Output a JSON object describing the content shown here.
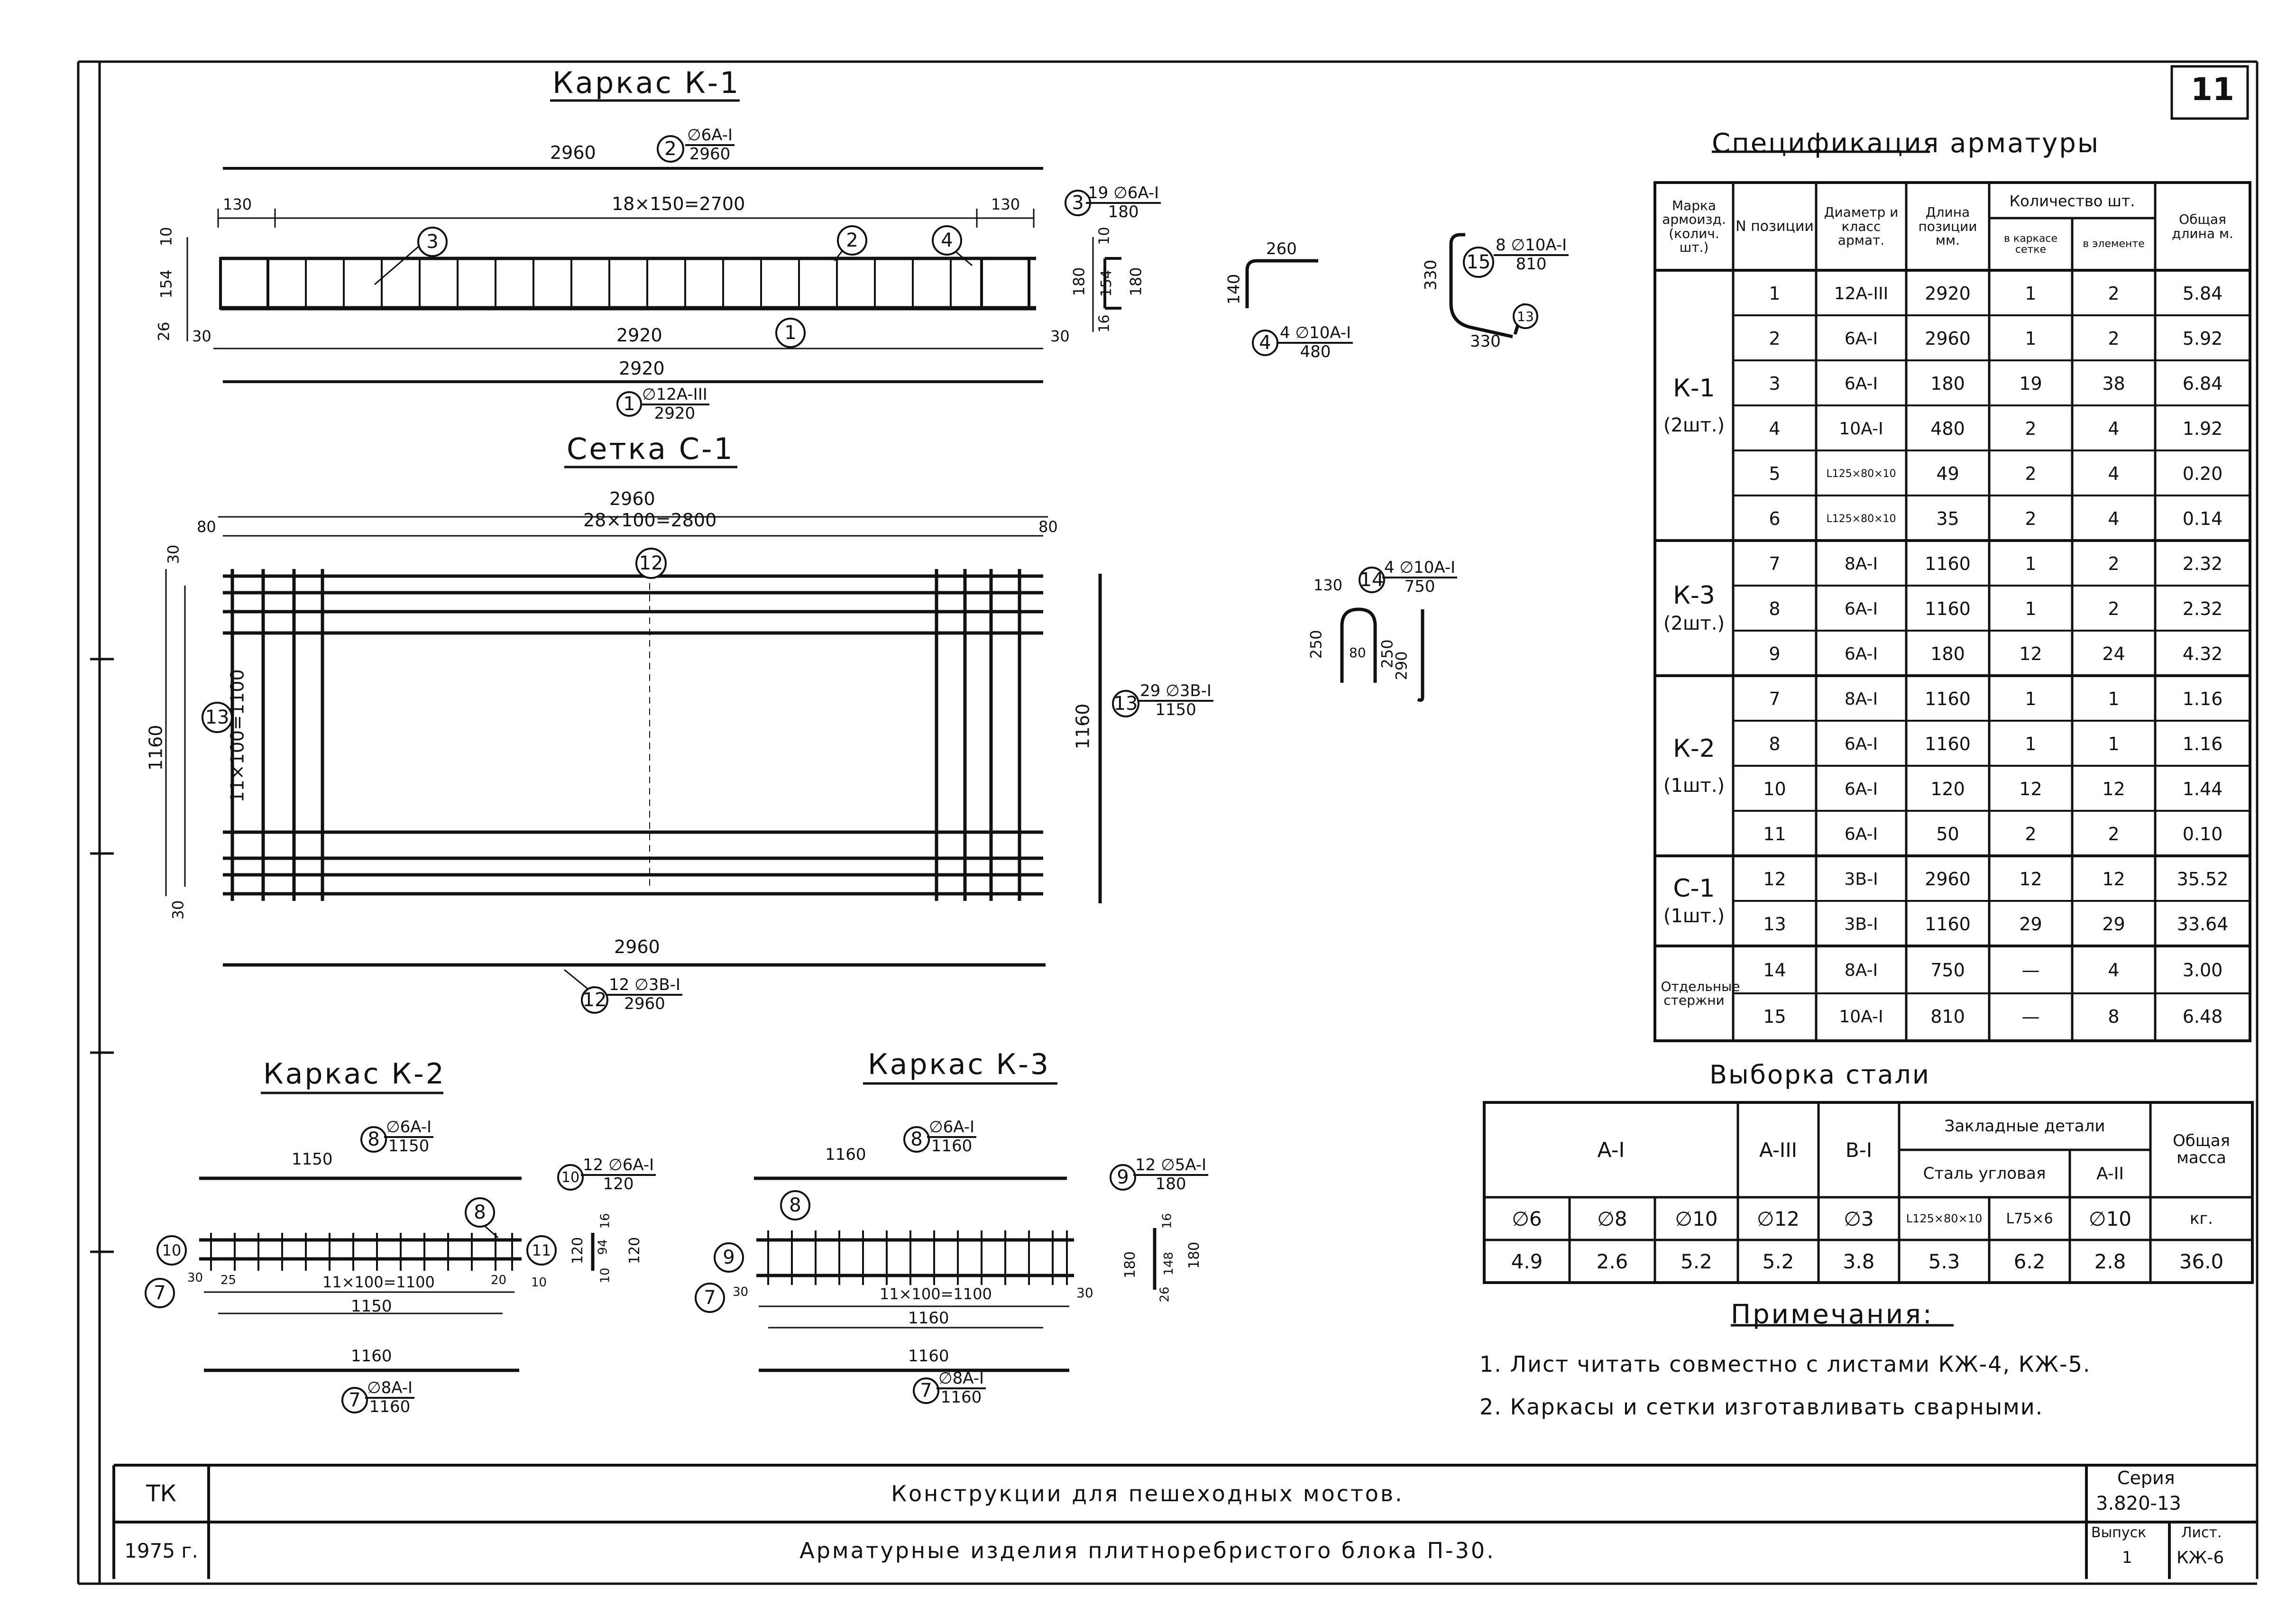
{
  "sheet_number": "11",
  "kk1": {
    "title": "Каркас К-1",
    "dims": {
      "top_total": "2960",
      "pos2_circle": "2",
      "pos2_num": "∅6A-I",
      "pos2_den": "2960",
      "left_dim": "130",
      "mid_dim": "18×150=2700",
      "right_dim": "130",
      "pos3_label": "3",
      "pos2_label": "2",
      "pos4_label": "4",
      "pos1_label": "1",
      "v_left_a": "26",
      "v_left_b": "154",
      "v_left_c": "10",
      "bottom_dim_left": "30",
      "bottom_dim_mid": "2920",
      "bottom_dim_right": "30",
      "bar1_len": "2920",
      "pos1_circle": "1",
      "pos1_num": "∅12A-III",
      "pos1_den": "2920",
      "pos3_circle": "3",
      "pos3_num": "19 ∅6A-I",
      "pos3_den": "180",
      "v_right_a": "16",
      "v_right_b": "154",
      "v_right_c": "10",
      "v_right_total": "180",
      "v_right_180": "180"
    }
  },
  "bent4": {
    "h": "140",
    "w": "260",
    "circle": "4",
    "num": "4 ∅10A-I",
    "den": "480"
  },
  "bent15": {
    "h": "330",
    "w": "330",
    "circle": "15",
    "num": "8 ∅10A-I",
    "den": "810",
    "small_circle": "13"
  },
  "bent14": {
    "w": "130",
    "h": "250",
    "gap": "80",
    "h2": "250",
    "circle": "14",
    "num": "4 ∅10A-I",
    "den": "750",
    "straight": "290"
  },
  "c1": {
    "title": "Сетка С-1",
    "top_total": "2960",
    "mid_dim": "28×100=2800",
    "left_dim": "80",
    "right_dim": "80",
    "pos12_label": "12",
    "pos13_label": "13",
    "v_total": "1160",
    "v_mid": "11×100=1100",
    "v_top": "30",
    "v_bottom": "30",
    "bar13_len": "1160",
    "pos13_circle": "13",
    "pos13_num": "29 ∅3B-I",
    "pos13_den": "1150",
    "bar12_len": "2960",
    "pos12_circle": "12",
    "pos12_num": "12 ∅3B-I",
    "pos12_den": "2960"
  },
  "kk2": {
    "title": "Каркас К-2",
    "top_len": "1150",
    "pos8_circle": "8",
    "pos8_num": "∅6A-I",
    "pos8_den": "1150",
    "pos10_circle": "10",
    "pos10_num": "12 ∅6A-I",
    "pos10_den": "120",
    "pos8_label": "8",
    "pos10_label": "10",
    "pos11_label": "11",
    "pos7_label": "7",
    "left_small": "30",
    "left_small2": "25",
    "mid_dim": "11×100=1100",
    "right_small": "20",
    "right_small2": "10",
    "bottom_dim": "1150",
    "bar7_len": "1160",
    "pos7_circle": "7",
    "pos7_num": "∅8A-I",
    "pos7_den": "1160",
    "v120": "120",
    "v94": "94",
    "v16": "16",
    "v10": "10",
    "v120b": "120"
  },
  "kk3": {
    "title": "Каркас К-3",
    "top_len": "1160",
    "pos8_circle": "8",
    "pos8_num": "∅6A-I",
    "pos8_den": "1160",
    "pos9_circle": "9",
    "pos9_num": "12 ∅5A-I",
    "pos9_den": "180",
    "pos8_label": "8",
    "pos9_label": "9",
    "pos7_label": "7",
    "left_small": "30",
    "mid_dim": "11×100=1100",
    "right_small": "30",
    "bottom_dim": "1160",
    "bar7_len": "1160",
    "pos7_circle": "7",
    "pos7_num": "∅8A-I",
    "pos7_den": "1160",
    "v180": "180",
    "v148": "148",
    "v16": "16",
    "v26": "26",
    "v180b": "180"
  },
  "spec": {
    "title": "Спецификация арматуры",
    "headers": {
      "mark": "Марка армоизд. (колич. шт.)",
      "pos": "N позиции",
      "diam": "Диаметр и класс армат.",
      "len": "Длина позиции мм.",
      "qty": "Количество шт.",
      "qty_frame": "в каркасе сетке",
      "qty_elem": "в элементе",
      "total": "Общая длина м."
    },
    "groups": [
      {
        "mark": "К-1",
        "count": "(2шт.)",
        "rows": [
          [
            "1",
            "12A-III",
            "2920",
            "1",
            "2",
            "5.84"
          ],
          [
            "2",
            "6A-I",
            "2960",
            "1",
            "2",
            "5.92"
          ],
          [
            "3",
            "6A-I",
            "180",
            "19",
            "38",
            "6.84"
          ],
          [
            "4",
            "10A-I",
            "480",
            "2",
            "4",
            "1.92"
          ],
          [
            "5",
            "L125×80×10",
            "49",
            "2",
            "4",
            "0.20"
          ],
          [
            "6",
            "L125×80×10",
            "35",
            "2",
            "4",
            "0.14"
          ]
        ]
      },
      {
        "mark": "К-3",
        "count": "(2шт.)",
        "rows": [
          [
            "7",
            "8A-I",
            "1160",
            "1",
            "2",
            "2.32"
          ],
          [
            "8",
            "6A-I",
            "1160",
            "1",
            "2",
            "2.32"
          ],
          [
            "9",
            "6A-I",
            "180",
            "12",
            "24",
            "4.32"
          ]
        ]
      },
      {
        "mark": "К-2",
        "count": "(1шт.)",
        "rows": [
          [
            "7",
            "8A-I",
            "1160",
            "1",
            "1",
            "1.16"
          ],
          [
            "8",
            "6A-I",
            "1160",
            "1",
            "1",
            "1.16"
          ],
          [
            "10",
            "6A-I",
            "120",
            "12",
            "12",
            "1.44"
          ],
          [
            "11",
            "6A-I",
            "50",
            "2",
            "2",
            "0.10"
          ]
        ]
      },
      {
        "mark": "С-1",
        "count": "(1шт.)",
        "rows": [
          [
            "12",
            "3B-I",
            "2960",
            "12",
            "12",
            "35.52"
          ],
          [
            "13",
            "3B-I",
            "1160",
            "29",
            "29",
            "33.64"
          ]
        ]
      },
      {
        "mark": "Отдельные стержни",
        "count": "",
        "rows": [
          [
            "14",
            "8A-I",
            "750",
            "—",
            "4",
            "3.00"
          ],
          [
            "15",
            "10A-I",
            "810",
            "—",
            "8",
            "6.48"
          ]
        ]
      }
    ]
  },
  "steel": {
    "title": "Выборка стали",
    "h_a1": "A-I",
    "h_a3": "A-III",
    "h_b1": "B-I",
    "h_emb": "Закладные детали",
    "h_angle": "Сталь угловая",
    "h_a2": "A-II",
    "h_total": "Общая масса",
    "h_kg": "кг.",
    "sub": [
      "∅6",
      "∅8",
      "∅10",
      "∅12",
      "∅3",
      "L125×80×10",
      "L75×6",
      "∅10"
    ],
    "values": [
      "4.9",
      "2.6",
      "5.2",
      "5.2",
      "3.8",
      "5.3",
      "6.2",
      "2.8",
      "36.0"
    ]
  },
  "notes": {
    "title": "Примечания:",
    "items": [
      "1. Лист читать совместно с листами КЖ-4, КЖ-5.",
      "2. Каркасы и сетки изготавливать сварными."
    ]
  },
  "stamp": {
    "tk": "ТК",
    "year": "1975 г.",
    "title1": "Конструкции для пешеходных мостов.",
    "title2": "Арматурные изделия плитноребристого блока П-30.",
    "series_label": "Серия",
    "series_value": "3.820-13",
    "issue_label": "Выпуск",
    "issue_value": "1",
    "sheet_label": "Лист.",
    "sheet_value": "КЖ-6"
  }
}
